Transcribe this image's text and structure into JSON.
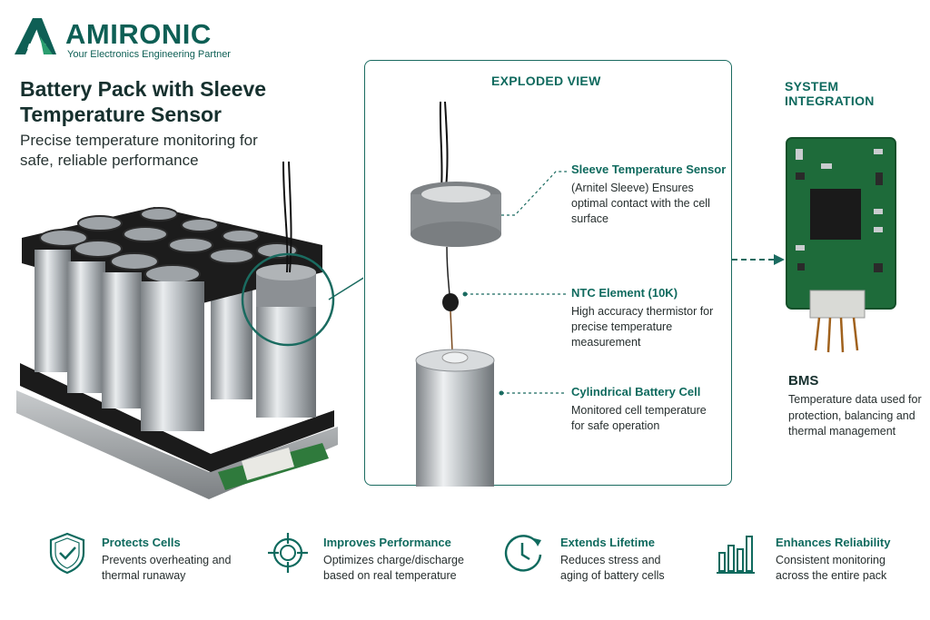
{
  "brand": {
    "name": "AMIRONIC",
    "tagline": "Your Electronics Engineering Partner"
  },
  "hero": {
    "title": "Battery Pack with Sleeve Temperature Sensor",
    "subtitle": "Precise temperature monitoring for safe, reliable performance"
  },
  "exploded_view": {
    "title": "EXPLODED VIEW",
    "callouts": [
      {
        "title": "Sleeve Temperature Sensor",
        "description": "(Arnitel Sleeve) Ensures optimal contact with the cell surface"
      },
      {
        "title": "NTC Element (10K)",
        "description": "High accuracy thermistor for precise temperature measurement"
      },
      {
        "title": "Cylindrical Battery Cell",
        "description": "Monitored cell temperature for safe operation"
      }
    ]
  },
  "system_integration": {
    "title": "SYSTEM INTEGRATION",
    "bms_title": "BMS",
    "bms_description": "Temperature data used for protection, balancing and thermal management"
  },
  "features": [
    {
      "icon": "shield-check-icon",
      "title": "Protects Cells",
      "description": "Prevents overheating and thermal runaway"
    },
    {
      "icon": "target-icon",
      "title": "Improves Performance",
      "description": "Optimizes charge/discharge based on real temperature"
    },
    {
      "icon": "clock-icon",
      "title": "Extends Lifetime",
      "description": "Reduces stress and aging of battery cells"
    },
    {
      "icon": "bar-chart-icon",
      "title": "Enhances Reliability",
      "description": "Consistent monitoring across the entire pack"
    }
  ],
  "colors": {
    "accent": "#0f6a5e",
    "brand": "#0e5f55",
    "pcb": "#1e6b3a"
  }
}
